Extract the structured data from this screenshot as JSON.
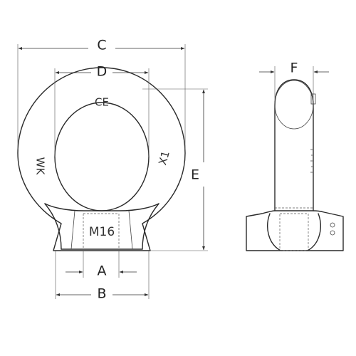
{
  "drawing": {
    "dimensions": {
      "a": "A",
      "b": "B",
      "c": "C",
      "d": "D",
      "e": "E",
      "f": "F"
    },
    "markings": {
      "ce": "CE",
      "maker": "WK",
      "factor": "X1",
      "thread": "M16"
    },
    "colors": {
      "line": "#2a2a2a",
      "background": "#ffffff"
    }
  }
}
